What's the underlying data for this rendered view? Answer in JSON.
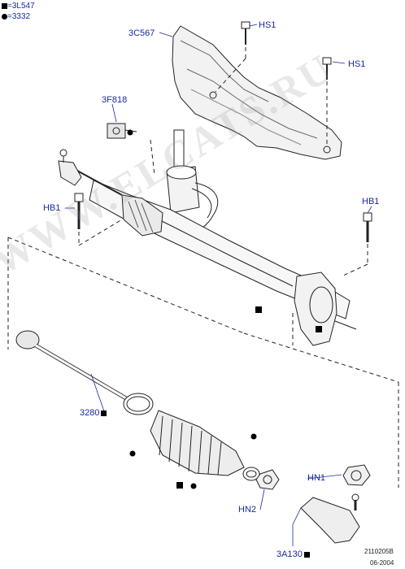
{
  "legend": {
    "square_text": "=3L547",
    "dot_text": "=3332"
  },
  "callouts": {
    "c3C567": "3C567",
    "hs1_top": "HS1",
    "hs1_right": "HS1",
    "c3F818": "3F818",
    "hb1_left": "HB1",
    "hb1_right": "HB1",
    "c3280": "3280",
    "hn1": "HN1",
    "hn2": "HN2",
    "c3A130": "3A130"
  },
  "footer": {
    "ref": "2110205B",
    "date": "06-2004"
  },
  "watermark": "WWW.ELCATS.RU",
  "colors": {
    "label": "#1b2a9e",
    "line": "#222222",
    "shade": "#cccccc"
  },
  "icons": [
    "filled-square-marker",
    "filled-dot-marker"
  ]
}
